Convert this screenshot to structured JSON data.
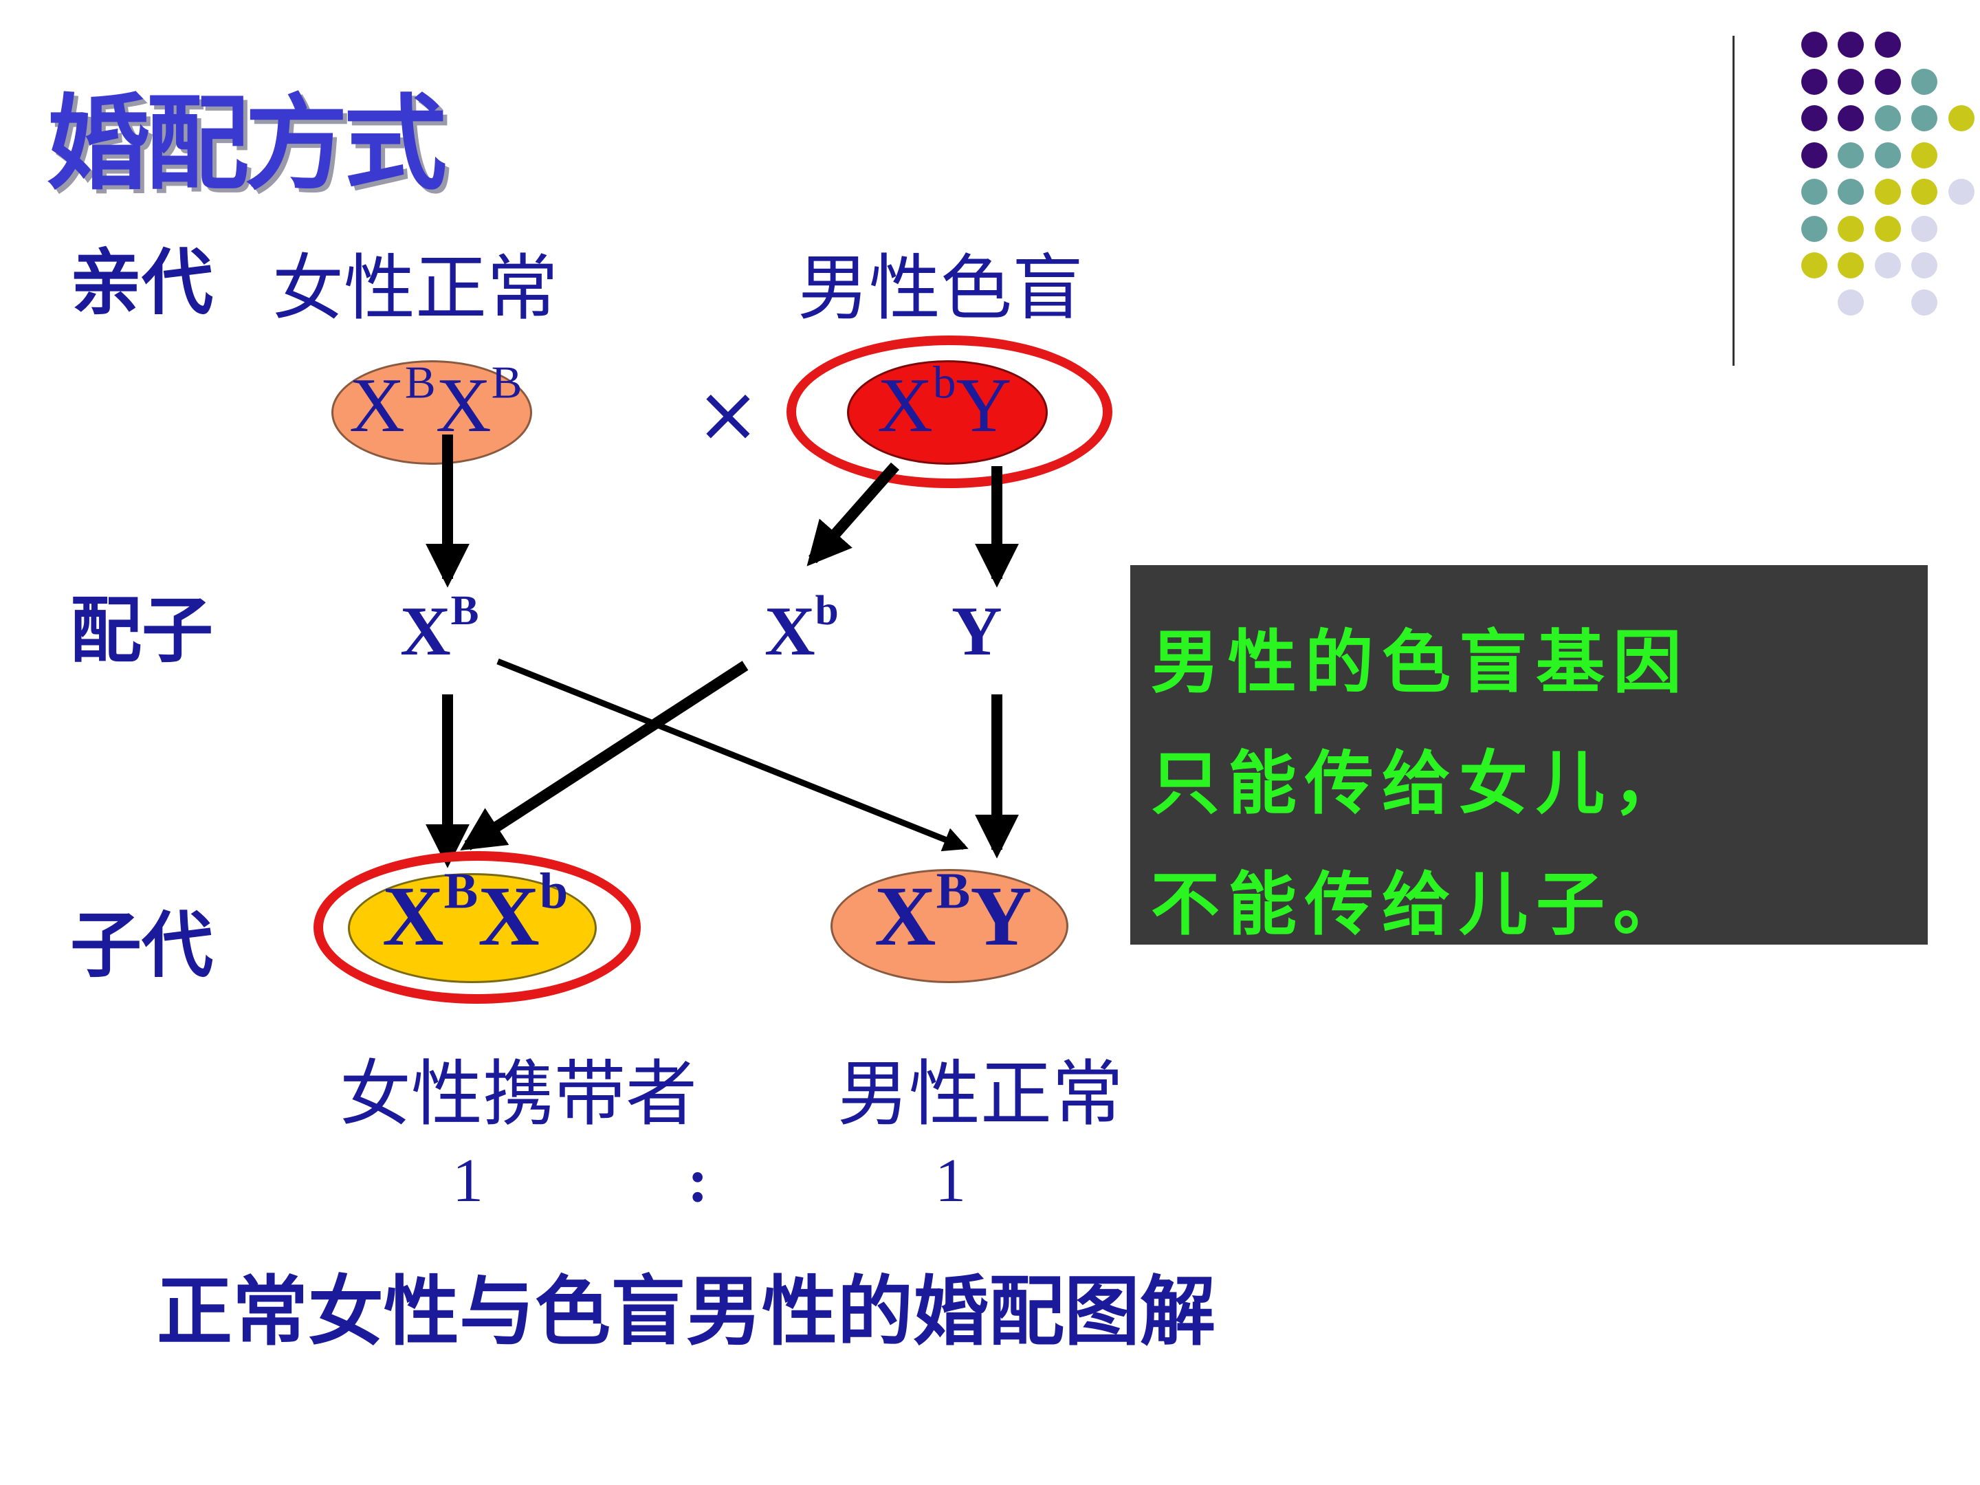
{
  "title": "婚配方式",
  "rows": {
    "parent": "亲代",
    "gamete": "配子",
    "offspring": "子代"
  },
  "parents": {
    "female": {
      "phenotype": "女性正常",
      "genotype": {
        "a": "X",
        "a_sup": "B",
        "b": "X",
        "b_sup": "B",
        "tail": ""
      }
    },
    "cross": "×",
    "male": {
      "phenotype": "男性色盲",
      "genotype": {
        "a": "X",
        "a_sup": "b",
        "b": "Y",
        "b_sup": "",
        "tail": ""
      }
    }
  },
  "gametes": {
    "g1": {
      "base": "X",
      "sup": "B"
    },
    "g2": {
      "base": "X",
      "sup": "b"
    },
    "g3": {
      "base": "Y",
      "sup": ""
    }
  },
  "offspring": {
    "daughter": {
      "genotype": {
        "a": "X",
        "a_sup": "B",
        "b": "X",
        "b_sup": "b"
      },
      "phenotype": "女性携带者"
    },
    "son": {
      "genotype": {
        "a": "X",
        "a_sup": "B",
        "b": "Y",
        "b_sup": ""
      },
      "phenotype": "男性正常"
    }
  },
  "ratio": {
    "left": "1",
    "sep": ":",
    "right": "1"
  },
  "caption": "正常女性与色盲男性的婚配图解",
  "note": {
    "line1": "男性的色盲基因",
    "line2": "只能传给女儿，",
    "line3": "不能传给儿子。"
  },
  "colors": {
    "text_blue": "#1a1a9a",
    "normal_oval": "#f99a6c",
    "colorblind_oval": "#ee1111",
    "carrier_oval": "#ffcc00",
    "highlight_ring": "#e41818",
    "note_bg": "#3a3a3a",
    "note_text": "#2af520",
    "dot_purple": "#3a0a70",
    "dot_teal": "#6aa4a0",
    "dot_olive": "#c9c71a",
    "dot_lavender": "#d8d8ec"
  }
}
